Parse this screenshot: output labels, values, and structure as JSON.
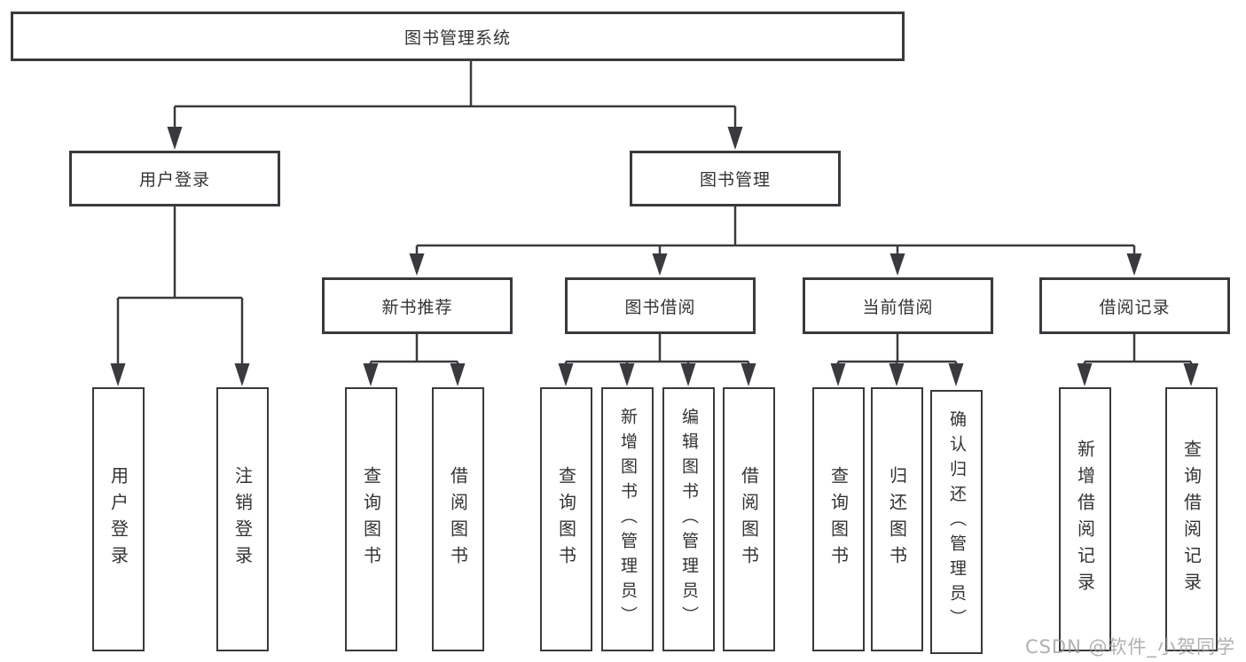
{
  "diagram": {
    "title": "图书管理系统",
    "root": {
      "label": "图书管理系统"
    },
    "level2": [
      {
        "label": "用户登录"
      },
      {
        "label": "图书管理"
      }
    ],
    "level3": [
      {
        "label": "新书推荐",
        "parent": "图书管理"
      },
      {
        "label": "图书借阅",
        "parent": "图书管理"
      },
      {
        "label": "当前借阅",
        "parent": "图书管理"
      },
      {
        "label": "借阅记录",
        "parent": "图书管理"
      }
    ],
    "level4": [
      {
        "label": "用户登录",
        "parent": "用户登录"
      },
      {
        "label": "注销登录",
        "parent": "用户登录"
      },
      {
        "label": "查询图书",
        "parent": "新书推荐"
      },
      {
        "label": "借阅图书",
        "parent": "新书推荐"
      },
      {
        "label": "查询图书",
        "parent": "图书借阅"
      },
      {
        "label": "新增图书（管理员）",
        "parent": "图书借阅"
      },
      {
        "label": "编辑图书（管理员）",
        "parent": "图书借阅"
      },
      {
        "label": "借阅图书",
        "parent": "图书借阅"
      },
      {
        "label": "查询图书",
        "parent": "当前借阅"
      },
      {
        "label": "归还图书",
        "parent": "当前借阅"
      },
      {
        "label": "确认归还（管理员）",
        "parent": "当前借阅"
      },
      {
        "label": "新增借阅记录",
        "parent": "借阅记录"
      },
      {
        "label": "查询借阅记录",
        "parent": "借阅记录"
      }
    ]
  },
  "watermark": {
    "text": "CSDN @软件_小贺同学"
  },
  "colors": {
    "line": "#3a3a3e",
    "text": "#333333",
    "background": "#ffffff",
    "watermark_gray": "#969696"
  }
}
